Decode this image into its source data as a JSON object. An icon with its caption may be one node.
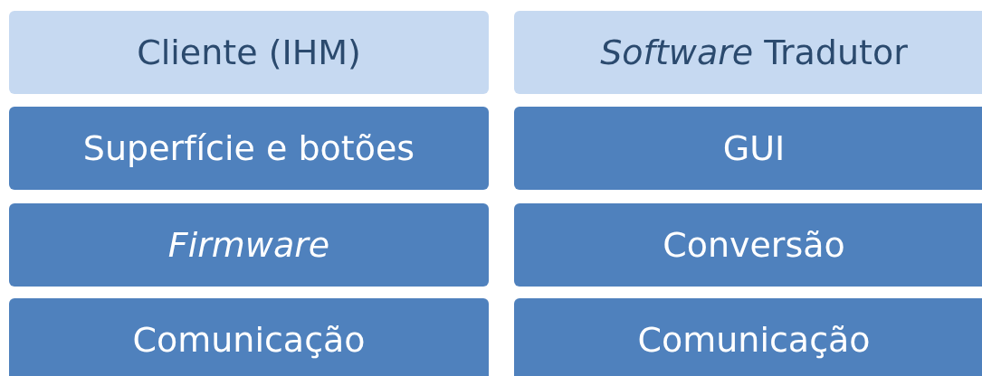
{
  "diagram": {
    "nodes": [
      {
        "text": [
          "Cliente (IHM)"
        ]
      },
      {
        "text": [
          "Superfície e botões"
        ]
      },
      {
        "text": [
          "Firmware"
        ]
      },
      {
        "text": [
          "Comunicação"
        ]
      },
      {
        "text": [
          "*Software* Tradutor"
        ]
      },
      {
        "text": [
          "GUI"
        ]
      },
      {
        "text": [
          "Conversão"
        ]
      },
      {
        "text": [
          "Comunicação"
        ]
      }
    ]
  }
}
